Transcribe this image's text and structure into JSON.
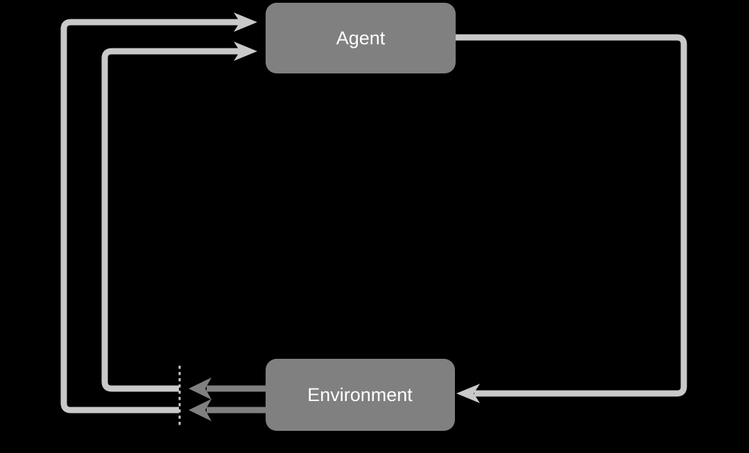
{
  "page": {
    "background_color": "#000000"
  },
  "diagram": {
    "type": "flow-diagram",
    "description": "agent-environment interaction loop",
    "nodes": {
      "agent": {
        "label": "Agent"
      },
      "environment": {
        "label": "Environment"
      }
    },
    "edges": [
      {
        "name": "agent-to-environment",
        "from": "Agent",
        "to": "Environment",
        "side": "right",
        "line": "light"
      },
      {
        "name": "environment-to-agent-outer",
        "from": "time-boundary",
        "to": "Agent",
        "side": "left",
        "line": "light"
      },
      {
        "name": "environment-to-agent-inner",
        "from": "time-boundary",
        "to": "Agent",
        "side": "left",
        "line": "light"
      },
      {
        "name": "environment-output-upper",
        "from": "Environment",
        "to": "time-boundary",
        "side": "left",
        "line": "dark"
      },
      {
        "name": "environment-output-lower",
        "from": "Environment",
        "to": "time-boundary",
        "side": "left",
        "line": "dark"
      }
    ],
    "time_boundary": {
      "style": "vertical-dashed-line"
    },
    "colors": {
      "background": "#000000",
      "node_fill": "#808080",
      "node_text": "#ffffff",
      "light_line": "#c9c9c9",
      "dark_line": "#808080",
      "dashed_line": "#c6c6c6"
    }
  }
}
